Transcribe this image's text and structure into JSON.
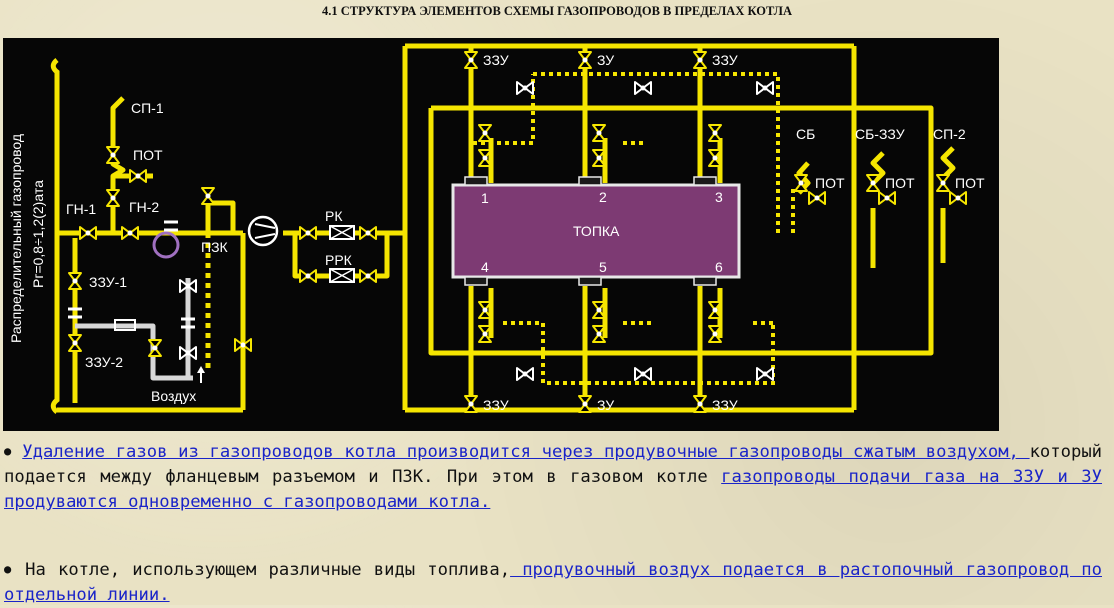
{
  "title": "4.1 СТРУКТУРА ЭЛЕМЕНТОВ СХЕМЫ ГАЗОПРОВОДОВ В ПРЕДЕЛАХ КОТЛА",
  "diagram": {
    "side_label": "Распределительный газопровод",
    "pressure_label": "Pг=0,8÷1,2(2)ата",
    "furnace": "ТОПКА",
    "burners_top": [
      "1",
      "2",
      "3"
    ],
    "burners_bottom": [
      "4",
      "5",
      "6"
    ],
    "labels": {
      "sp1": "СП-1",
      "pot1": "ПОТ",
      "gn1": "ГН-1",
      "gn2": "ГН-2",
      "pzk": "ПЗК",
      "rk": "РК",
      "rrk": "РРК",
      "zzu1": "ЗЗУ-1",
      "zzu2": "ЗЗУ-2",
      "air": "Воздух",
      "zzu_top": "ЗЗУ",
      "zu_top": "ЗУ",
      "zzu_top3": "ЗЗУ",
      "zzu_bot": "ЗЗУ",
      "zu_bot": "ЗУ",
      "zzu_bot3": "ЗЗУ",
      "sb": "СБ",
      "sb_zzu": "СБ-ЗЗУ",
      "sp2": "СП-2",
      "pot_sb": "ПОТ",
      "pot_sbzzu": "ПОТ",
      "pot_sp2": "ПОТ"
    },
    "colors": {
      "pipe": "#f5e500",
      "furnace": "#7d3a73",
      "background": "#060606",
      "air_pipe": "#d8d8d8"
    }
  },
  "para1": {
    "link1": "Удаление газов из газопроводов котла производится через продувочные газопроводы сжатым воздухом, ",
    "text1": "который подается между фланцевым разъемом и ПЗК. При этом в газовом котле ",
    "link2": "газопроводы подачи газа на ЗЗУ и ЗУ продуваются одновременно с газопроводами котла."
  },
  "para2": {
    "text1": "На котле, использующем различные виды топлива,",
    "link1": " продувочный воздух подается в растопочный газопровод по отдельной линии."
  }
}
